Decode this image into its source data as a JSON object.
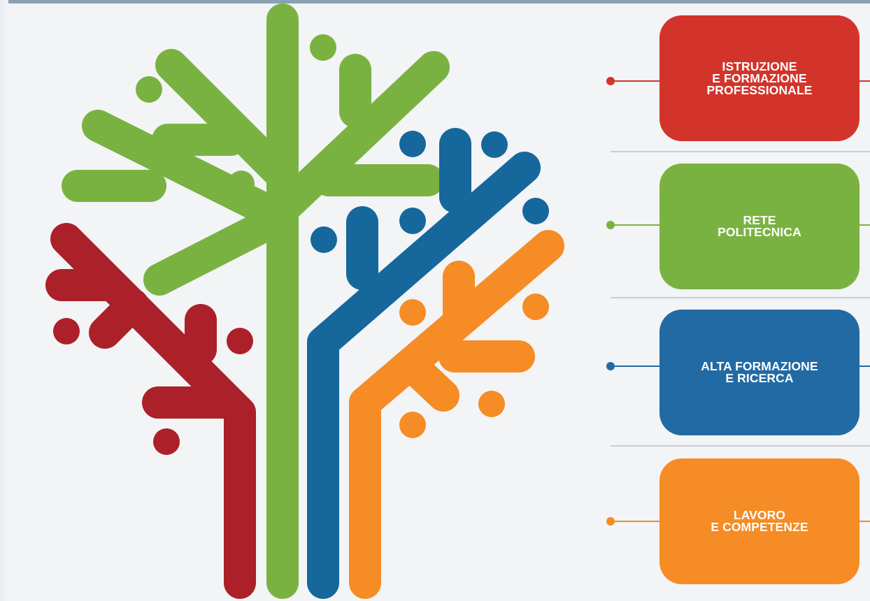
{
  "colors": {
    "background": "#f2f4f6",
    "red": "#ab2029",
    "green": "#7ab242",
    "blue": "#15679c",
    "orange": "#f58c25",
    "panel_red": "#d2342b",
    "panel_green": "#7ab242",
    "panel_blue": "#226aa4",
    "panel_orange": "#f58c25",
    "divider": "#c9ced3"
  },
  "pillars": [
    {
      "label": "ISTRUZIONE\nE FORMAZIONE\nPROFESSIONALE",
      "color": "#d2342b"
    },
    {
      "label": "RETE\nPOLITECNICA",
      "color": "#7ab242"
    },
    {
      "label": "ALTA FORMAZIONE\nE RICERCA",
      "color": "#226aa4"
    },
    {
      "label": "LAVORO\nE COMPETENZE",
      "color": "#f58c25"
    }
  ],
  "graphic": {
    "name": "tree-logo",
    "branches": [
      "red",
      "green",
      "blue",
      "orange"
    ]
  }
}
